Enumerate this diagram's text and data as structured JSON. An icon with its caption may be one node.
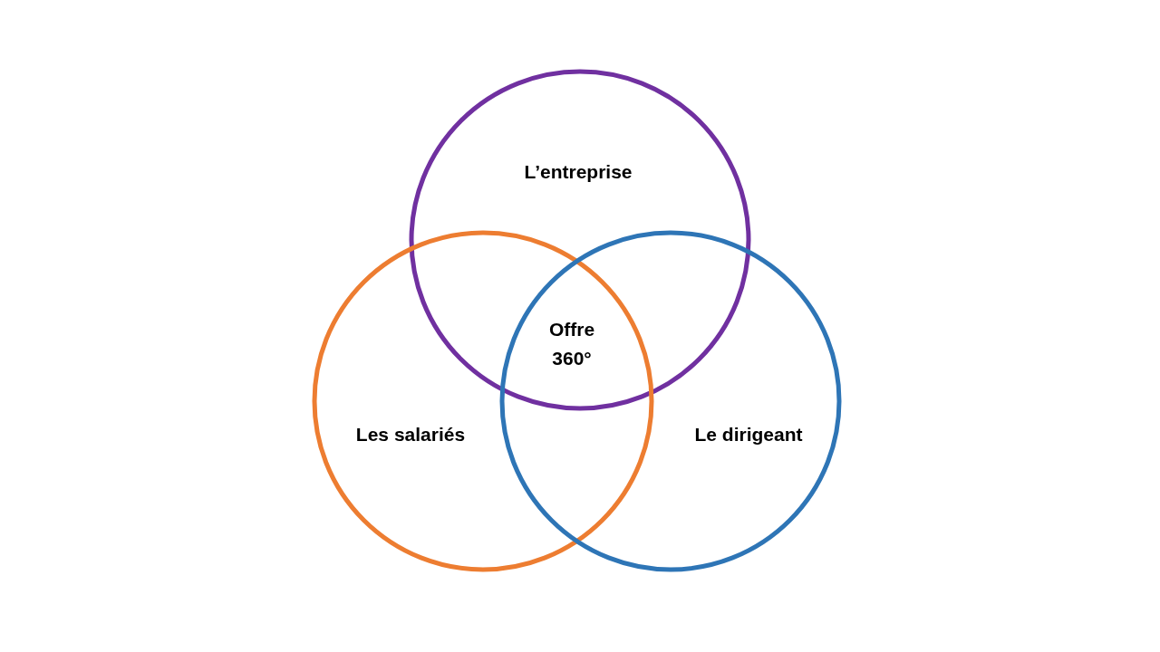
{
  "diagram": {
    "nodes": [
      {
        "text": [
          "L’entreprise"
        ]
      },
      {
        "text": [
          "Les salariés"
        ]
      },
      {
        "text": [
          "Le dirigeant"
        ]
      }
    ],
    "labels": [
      "Offre 360°"
    ]
  }
}
